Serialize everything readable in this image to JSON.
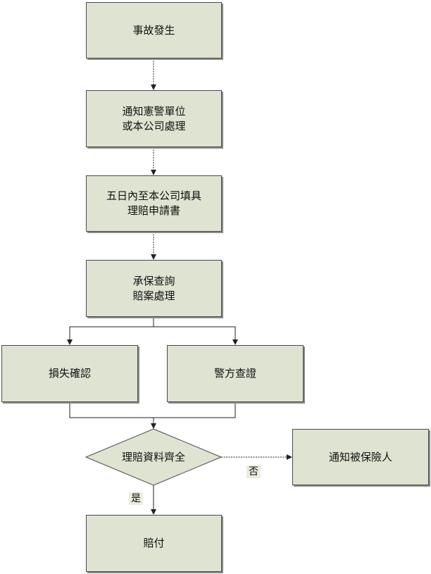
{
  "nodes": {
    "accident": [
      "事故發生"
    ],
    "notify_police": [
      "通知憲警單位",
      "或本公司處理"
    ],
    "apply": [
      "五日內至本公司填具",
      "理賠申請書"
    ],
    "inquiry": [
      "承保查詢",
      "賠案處理"
    ],
    "loss_confirm": [
      "損失確認"
    ],
    "police_verify": [
      "警方查證"
    ],
    "docs_complete": "理賠資料齊全",
    "notify_insured": [
      "通知被保險人"
    ],
    "payout": [
      "賠付"
    ]
  },
  "branch_labels": {
    "no": "否",
    "yes": "是"
  },
  "colors": {
    "box_fill": "#dfe3d2",
    "border": "#4a4a4a",
    "shadow": "#8a8a8a"
  }
}
